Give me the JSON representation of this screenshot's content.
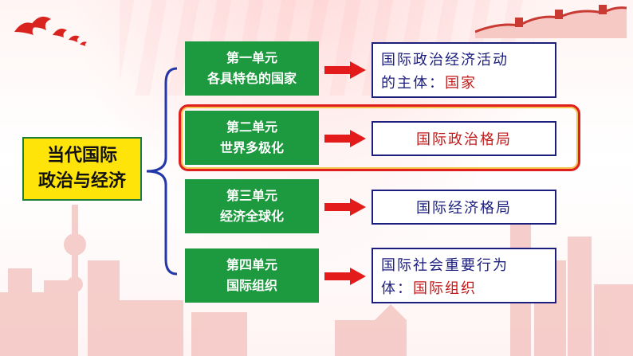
{
  "colors": {
    "main_bg": "#ffe40a",
    "unit_bg": "#1d9a3f",
    "arrow": "#e31b1b",
    "result_border": "#1c1e7e",
    "result_text": "#1c1e7e",
    "highlight_text": "#c21a1a",
    "highlight_border": "#e11e1e"
  },
  "main": {
    "line1": "当代国际",
    "line2": "政治与经济"
  },
  "units": [
    {
      "line1": "第一单元",
      "line2": "各具特色的国家",
      "result_line1": "国际政治经济活动",
      "result_line2_plain": "的主体：",
      "result_line2_red": "国家"
    },
    {
      "line1": "第二单元",
      "line2": "世界多极化",
      "result": "国际政治格局",
      "highlighted": true
    },
    {
      "line1": "第三单元",
      "line2": "经济全球化",
      "result": "国际经济格局"
    },
    {
      "line1": "第四单元",
      "line2": "国际组织",
      "result_line1": "国际社会重要行为",
      "result_line2_plain": "体：",
      "result_line2_red": "国际组织"
    }
  ],
  "decor": {
    "icons": [
      "doves-icon",
      "great-wall-icon",
      "city-skyline-icon"
    ]
  }
}
